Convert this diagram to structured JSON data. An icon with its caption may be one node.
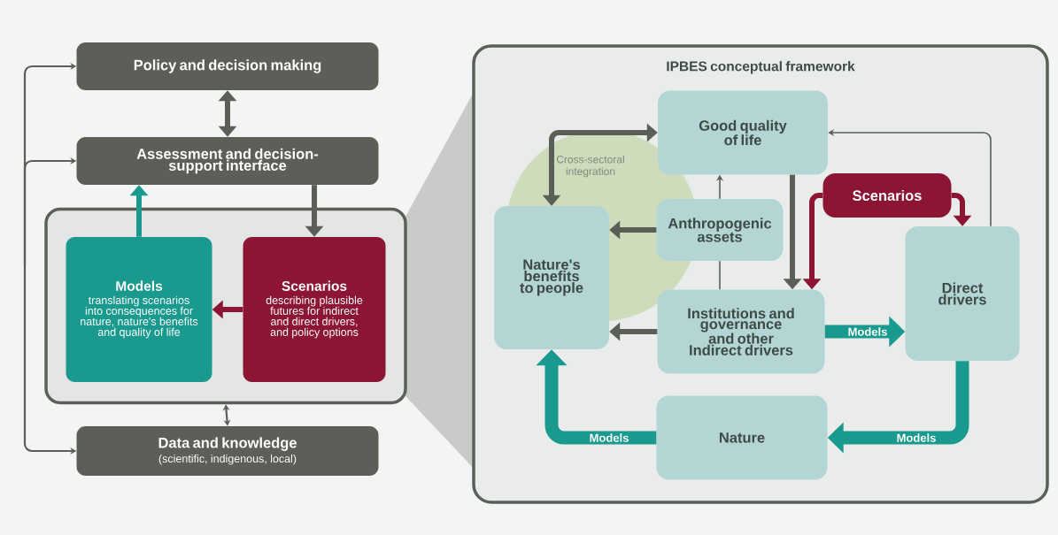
{
  "diagram": {
    "nodes": [
      {
        "text": [
          "Policy and decision making"
        ]
      },
      {
        "text": [
          "Assessment and decision-support interface"
        ]
      },
      {
        "text": [],
        "shape": "box"
      },
      {
        "text": [
          "Models",
          "translating scenarios into consequences for nature, nature's benefits and quality of life"
        ],
        "in": 2
      },
      {
        "text": [
          "Scenarios",
          "describing plausible futures for indirect and direct drivers, and policy options"
        ],
        "in": 2
      },
      {
        "text": [
          "Data and knowledge",
          "(scientific, indigenous, local)"
        ]
      },
      {
        "text": [
          "IPBES conceptual framework"
        ]
      },
      {
        "text": [
          "Good quality of life"
        ],
        "in": 6
      },
      {
        "text": [
          "Nature's benefits to people"
        ],
        "in": 6
      },
      {
        "text": [
          "Anthropogenic assets"
        ],
        "in": 6
      },
      {
        "text": [
          "Scenarios"
        ],
        "in": 6
      },
      {
        "text": [
          "Institutions and governance and other Indirect drivers"
        ],
        "in": 6
      },
      {
        "text": [
          "Direct drivers"
        ],
        "in": 6
      },
      {
        "text": [
          "Nature"
        ],
        "in": 6
      }
    ],
    "edges": [
      {
        "from": null,
        "to": 0,
        "arrow": "to"
      },
      {
        "from": null,
        "to": 1,
        "arrow": "to"
      },
      {
        "from": null,
        "to": 5,
        "arrow": "to"
      },
      {
        "from": 0,
        "to": 1,
        "arrow": "both"
      },
      {
        "from": 3,
        "to": 1,
        "arrow": "to",
        "color": "#1a9a8e"
      },
      {
        "from": 1,
        "to": 4,
        "arrow": "to"
      },
      {
        "from": 4,
        "to": 3,
        "arrow": "to",
        "color": "#8c1534"
      },
      {
        "from": 2,
        "to": 5,
        "arrow": "both"
      },
      {
        "from": 7,
        "to": 8,
        "arrow": "both"
      },
      {
        "from": 9,
        "to": 8,
        "arrow": "to"
      },
      {
        "from": 11,
        "to": 8,
        "arrow": "to"
      },
      {
        "from": 11,
        "to": 9,
        "arrow": "none"
      },
      {
        "from": 9,
        "to": 7,
        "arrow": "to"
      },
      {
        "from": 7,
        "to": 11,
        "arrow": "to"
      },
      {
        "from": 10,
        "to": 11,
        "arrow": "to",
        "color": "#8c1534"
      },
      {
        "from": 10,
        "to": 12,
        "arrow": "to",
        "color": "#8c1534"
      },
      {
        "from": 12,
        "to": 7,
        "arrow": "to"
      },
      {
        "from": 11,
        "to": 12,
        "arrow": "to",
        "style": "thick",
        "color": "#1a9a8e",
        "label": "Models"
      },
      {
        "from": 12,
        "to": 13,
        "arrow": "to",
        "style": "thick",
        "color": "#1a9a8e",
        "label": "Models"
      },
      {
        "from": 13,
        "to": 8,
        "arrow": "to",
        "style": "thick",
        "color": "#1a9a8e",
        "label": "Models"
      }
    ],
    "labels": [
      "Cross-sectoral integration"
    ]
  }
}
